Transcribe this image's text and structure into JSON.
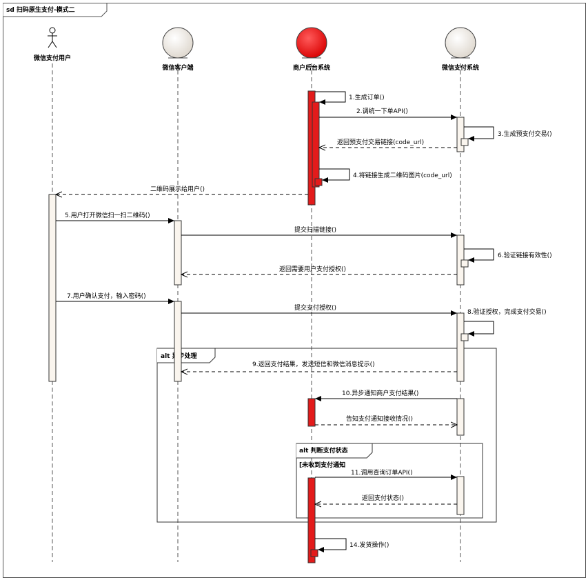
{
  "frame": {
    "title": "sd 扫码原生支付-模式二"
  },
  "participants": [
    {
      "id": "user",
      "label": "微信支付用户",
      "kind": "actor"
    },
    {
      "id": "client",
      "label": "微信客户端",
      "kind": "entity"
    },
    {
      "id": "merchant",
      "label": "商户后台系统",
      "kind": "entity-highlight"
    },
    {
      "id": "wxpay",
      "label": "微信支付系统",
      "kind": "entity"
    }
  ],
  "messages": [
    {
      "id": "m1",
      "label": "1.生成订单()",
      "from": "merchant",
      "to": "merchant",
      "style": "self"
    },
    {
      "id": "m2",
      "label": "2.调统一下单API()",
      "from": "merchant",
      "to": "wxpay",
      "style": "sync"
    },
    {
      "id": "m3",
      "label": "3.生成预支付交易()",
      "from": "wxpay",
      "to": "wxpay",
      "style": "self"
    },
    {
      "id": "r3",
      "label": "返回预支付交易链接(code_url)",
      "from": "wxpay",
      "to": "merchant",
      "style": "return"
    },
    {
      "id": "m4",
      "label": "4.将链接生成二维码图片(code_url)",
      "from": "merchant",
      "to": "merchant",
      "style": "self"
    },
    {
      "id": "r4",
      "label": "二维码展示给用户()",
      "from": "merchant",
      "to": "user",
      "style": "return"
    },
    {
      "id": "m5",
      "label": "5.用户打开微信扫一扫二维码()",
      "from": "user",
      "to": "client",
      "style": "sync"
    },
    {
      "id": "m5b",
      "label": "提交扫描链接()",
      "from": "client",
      "to": "wxpay",
      "style": "sync"
    },
    {
      "id": "m6",
      "label": "6.验证链接有效性()",
      "from": "wxpay",
      "to": "wxpay",
      "style": "self"
    },
    {
      "id": "r6",
      "label": "返回需要用户支付授权()",
      "from": "wxpay",
      "to": "client",
      "style": "return"
    },
    {
      "id": "m7",
      "label": "7.用户确认支付，输入密码()",
      "from": "user",
      "to": "client",
      "style": "sync"
    },
    {
      "id": "m7b",
      "label": "提交支付授权()",
      "from": "client",
      "to": "wxpay",
      "style": "sync"
    },
    {
      "id": "m8",
      "label": "8.验证授权，完成支付交易()",
      "from": "wxpay",
      "to": "wxpay",
      "style": "self"
    },
    {
      "id": "m9",
      "label": "9.返回支付结果，发送短信和微信消息提示()",
      "from": "wxpay",
      "to": "client",
      "style": "return"
    },
    {
      "id": "m10",
      "label": "10.异步通知商户支付结果()",
      "from": "wxpay",
      "to": "merchant",
      "style": "sync"
    },
    {
      "id": "r10",
      "label": "告知支付通知接收情况()",
      "from": "merchant",
      "to": "wxpay",
      "style": "return"
    },
    {
      "id": "m11",
      "label": "11.调用查询订单API()",
      "from": "merchant",
      "to": "wxpay",
      "style": "sync"
    },
    {
      "id": "r11",
      "label": "返回支付状态()",
      "from": "wxpay",
      "to": "merchant",
      "style": "return"
    },
    {
      "id": "m14",
      "label": "14.发货操作()",
      "from": "merchant",
      "to": "merchant",
      "style": "self"
    }
  ],
  "fragments": [
    {
      "id": "alt1",
      "label": "alt 异步处理"
    },
    {
      "id": "alt2",
      "label": "alt 判断支付状态",
      "guard": "[未收到支付通知"
    }
  ],
  "colors": {
    "highlight_fill": "#e31b1b",
    "entity_fill": "#f0ebe4",
    "activation_fill": "#faf5ee",
    "line": "#000000"
  }
}
